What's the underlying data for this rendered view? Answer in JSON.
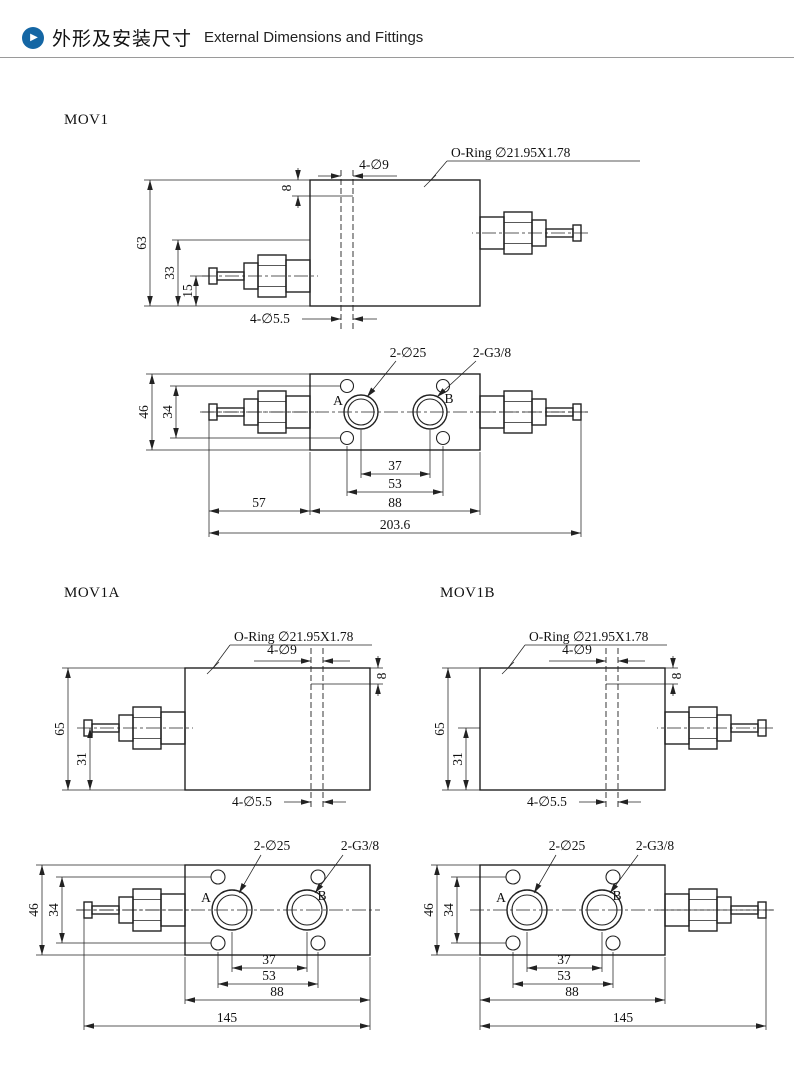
{
  "header": {
    "title_zh": "外形及安装尺寸",
    "title_en": "External Dimensions and Fittings"
  },
  "labels": {
    "oring": "O-Ring ∅21.95X1.78",
    "holes9": "4-∅9",
    "holes55": "4-∅5.5",
    "ports25": "2-∅25",
    "thread": "2-G3/8",
    "port_a": "A",
    "port_b": "B"
  },
  "mov1": {
    "name": "MOV1",
    "side": {
      "d8": "8",
      "d63": "63",
      "d33": "33",
      "d15": "15"
    },
    "top": {
      "d46": "46",
      "d34": "34",
      "d37": "37",
      "d53": "53",
      "d57": "57",
      "d88": "88",
      "dtotal": "203.6"
    }
  },
  "mov1a": {
    "name": "MOV1A",
    "side": {
      "d8": "8",
      "d65": "65",
      "d31": "31"
    },
    "top": {
      "d46": "46",
      "d34": "34",
      "d37": "37",
      "d53": "53",
      "d88": "88",
      "dtotal": "145"
    }
  },
  "mov1b": {
    "name": "MOV1B",
    "side": {
      "d8": "8",
      "d65": "65",
      "d31": "31"
    },
    "top": {
      "d46": "46",
      "d34": "34",
      "d37": "37",
      "d53": "53",
      "d88": "88",
      "dtotal": "145"
    }
  }
}
